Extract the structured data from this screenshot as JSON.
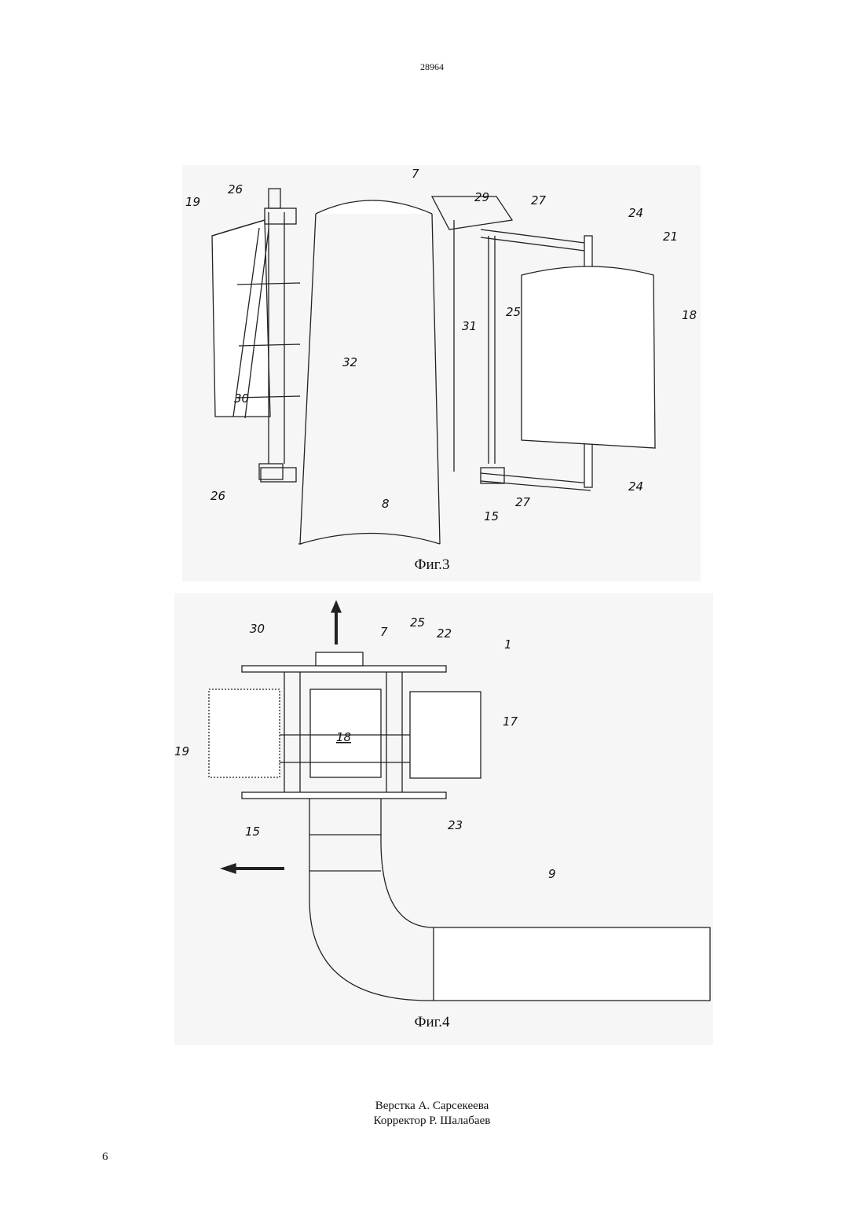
{
  "header": {
    "patent_number": "28964"
  },
  "figures": [
    {
      "caption": "Фиг.3",
      "labels": [
        "7",
        "26",
        "29",
        "27",
        "24",
        "19",
        "21",
        "18",
        "25",
        "31",
        "32",
        "30",
        "26",
        "8",
        "15",
        "27",
        "24"
      ]
    },
    {
      "caption": "Фиг.4",
      "labels": [
        "30",
        "7",
        "25",
        "22",
        "1",
        "17",
        "19",
        "18",
        "15",
        "23",
        "9"
      ]
    }
  ],
  "footer": {
    "layout_by": "Верстка А. Сарсекеева",
    "proofreader": "Корректор Р. Шалабаев",
    "page_number": "6"
  }
}
